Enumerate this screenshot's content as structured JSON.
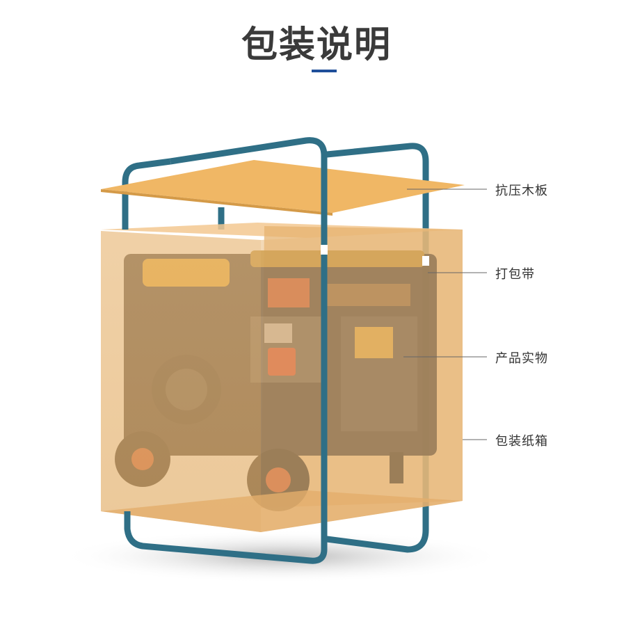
{
  "title": "包装说明",
  "colors": {
    "title": "#3a3a3a",
    "accent_underline": "#1f4f9a",
    "strap": "#2f6f86",
    "board": "#f0b765",
    "carton": "#e7b678",
    "label_text": "#333333"
  },
  "callouts": [
    {
      "label": "抗压木板",
      "target": "wooden-board"
    },
    {
      "label": "打包带",
      "target": "packing-strap"
    },
    {
      "label": "产品实物",
      "target": "product"
    },
    {
      "label": "包装纸箱",
      "target": "carton-box"
    }
  ]
}
